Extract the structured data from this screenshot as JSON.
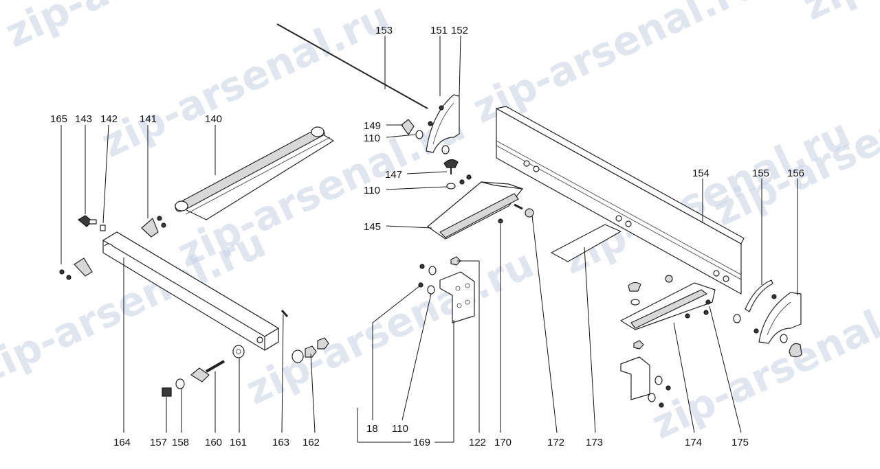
{
  "watermark": {
    "text": "zip-arsenal.ru",
    "color": "#c7d2e3"
  },
  "callouts": {
    "c18": "18",
    "c110a": "110",
    "c110b": "110",
    "c110c": "110",
    "c122": "122",
    "c140": "140",
    "c141": "141",
    "c142": "142",
    "c143": "143",
    "c145": "145",
    "c147": "147",
    "c149": "149",
    "c151": "151",
    "c152": "152",
    "c153": "153",
    "c154": "154",
    "c155": "155",
    "c156": "156",
    "c157": "157",
    "c158": "158",
    "c160": "160",
    "c161": "161",
    "c162": "162",
    "c163": "163",
    "c164": "164",
    "c165": "165",
    "c169": "169",
    "c170": "170",
    "c172": "172",
    "c173": "173",
    "c174": "174",
    "c175": "175"
  }
}
